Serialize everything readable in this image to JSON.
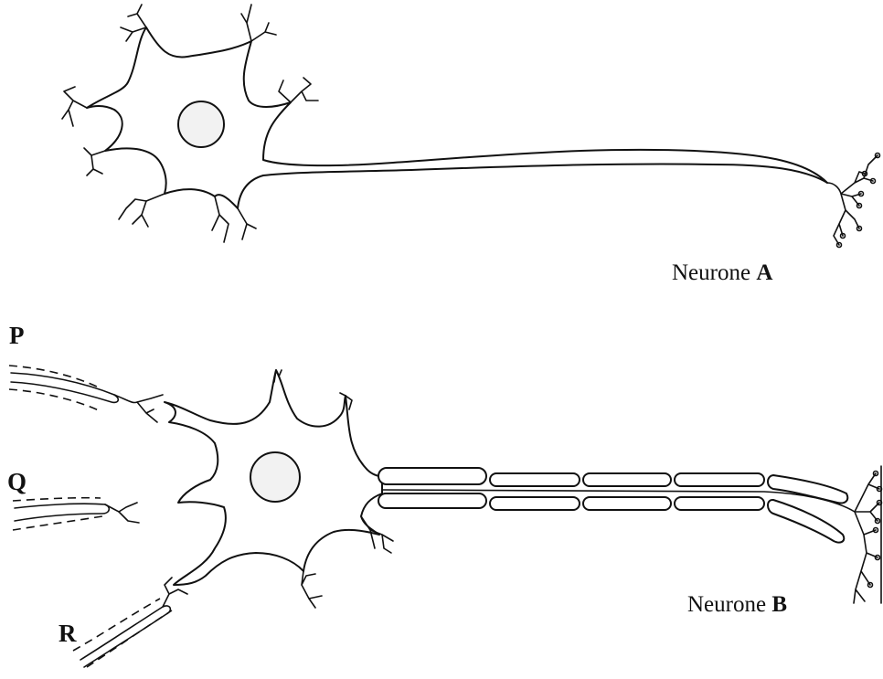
{
  "neurone_a": {
    "caption_prefix": "Neurone",
    "caption_letter": "A"
  },
  "neurone_b": {
    "caption_prefix": "Neurone",
    "caption_letter": "B"
  },
  "labels": {
    "p": "P",
    "q": "Q",
    "r": "R"
  }
}
